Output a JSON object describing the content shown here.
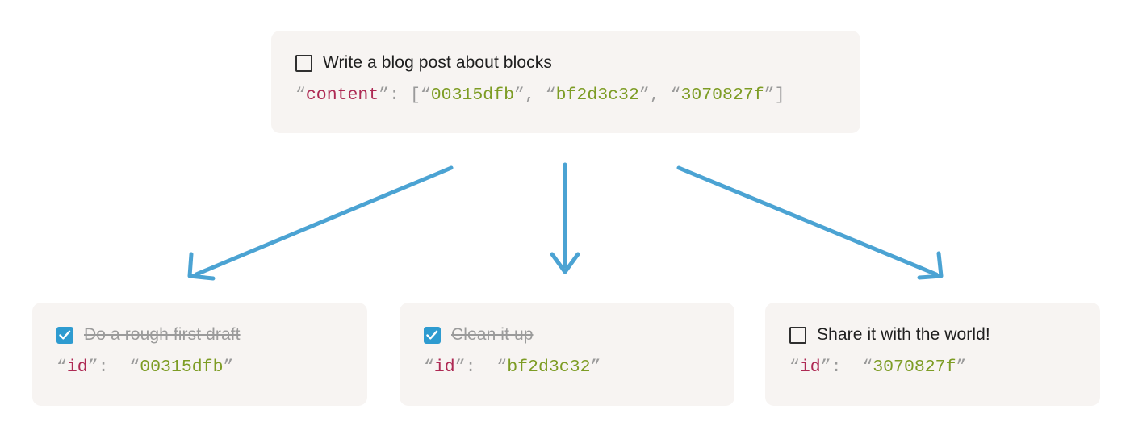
{
  "diagram": {
    "title_semantic": "block-reference-diagram",
    "colors": {
      "card_background": "#f7f4f2",
      "arrow": "#4ba3d3",
      "checkbox_checked": "#2e9bd0",
      "checkbox_unchecked_border": "#2f2f2f",
      "text_primary": "#1f1f1f",
      "text_completed": "#9b9b9b",
      "code_key": "#ae2a54",
      "code_string": "#7d9c24",
      "code_punct": "#9a9a9a"
    }
  },
  "root_card": {
    "todo_label": "Write a blog post about blocks",
    "checked": false,
    "checkbox_icon": "checkbox-empty-icon",
    "code": {
      "key": "content",
      "open_quote": "“",
      "close_quote": "”",
      "colon": ":",
      "open_bracket": "[",
      "close_bracket": "]",
      "separator": ", ",
      "values": [
        "00315dfb",
        "bf2d3c32",
        "3070827f"
      ]
    }
  },
  "child_cards": [
    {
      "todo_label": "Do a rough first draft",
      "checked": true,
      "checkbox_icon": "checkbox-checked-icon",
      "code": {
        "key": "id",
        "open_quote": "“",
        "close_quote": "”",
        "colon": ":",
        "value": "00315dfb"
      }
    },
    {
      "todo_label": "Clean it up",
      "checked": true,
      "checkbox_icon": "checkbox-checked-icon",
      "code": {
        "key": "id",
        "open_quote": "“",
        "close_quote": "”",
        "colon": ":",
        "value": "bf2d3c32"
      }
    },
    {
      "todo_label": "Share it with the world!",
      "checked": false,
      "checkbox_icon": "checkbox-empty-icon",
      "code": {
        "key": "id",
        "open_quote": "“",
        "close_quote": "”",
        "colon": ":",
        "value": "3070827f"
      }
    }
  ],
  "arrows": [
    {
      "name": "arrow-to-first-child",
      "direction": "down-left"
    },
    {
      "name": "arrow-to-second-child",
      "direction": "down"
    },
    {
      "name": "arrow-to-third-child",
      "direction": "down-right"
    }
  ]
}
